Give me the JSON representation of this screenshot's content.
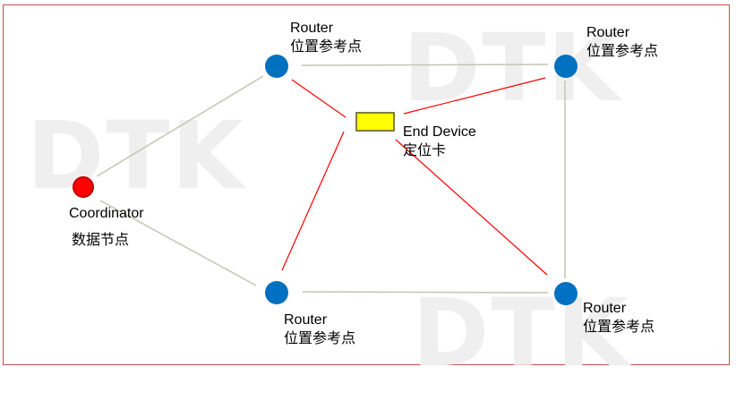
{
  "watermark": "DTK",
  "colors": {
    "router": "#0070c0",
    "coordinator": "#ff0000",
    "end_device": "#ffff00",
    "frame": "#c0504d",
    "gray_link": "#c4c4b4",
    "red_link": "#ff0000"
  },
  "nodes": {
    "router_top_left": {
      "title": "Router",
      "subtitle": "位置参考点"
    },
    "router_top_right": {
      "title": "Router",
      "subtitle": "位置参考点"
    },
    "router_bottom_left": {
      "title": "Router",
      "subtitle": "位置参考点"
    },
    "router_bottom_right": {
      "title": "Router",
      "subtitle": "位置参考点"
    },
    "coordinator": {
      "title": "Coordinator",
      "subtitle": "数据节点"
    },
    "end_device": {
      "title": "End Device",
      "subtitle": "定位卡"
    }
  },
  "links": [
    {
      "from": "coordinator",
      "to": "router_top_left",
      "kind": "gray"
    },
    {
      "from": "coordinator",
      "to": "router_bottom_left",
      "kind": "gray"
    },
    {
      "from": "router_top_left",
      "to": "router_top_right",
      "kind": "gray"
    },
    {
      "from": "router_top_right",
      "to": "router_bottom_right",
      "kind": "gray"
    },
    {
      "from": "router_bottom_left",
      "to": "router_bottom_right",
      "kind": "gray"
    },
    {
      "from": "end_device",
      "to": "router_top_left",
      "kind": "red"
    },
    {
      "from": "end_device",
      "to": "router_top_right",
      "kind": "red"
    },
    {
      "from": "end_device",
      "to": "router_bottom_left",
      "kind": "red"
    },
    {
      "from": "end_device",
      "to": "router_bottom_right",
      "kind": "red"
    }
  ]
}
